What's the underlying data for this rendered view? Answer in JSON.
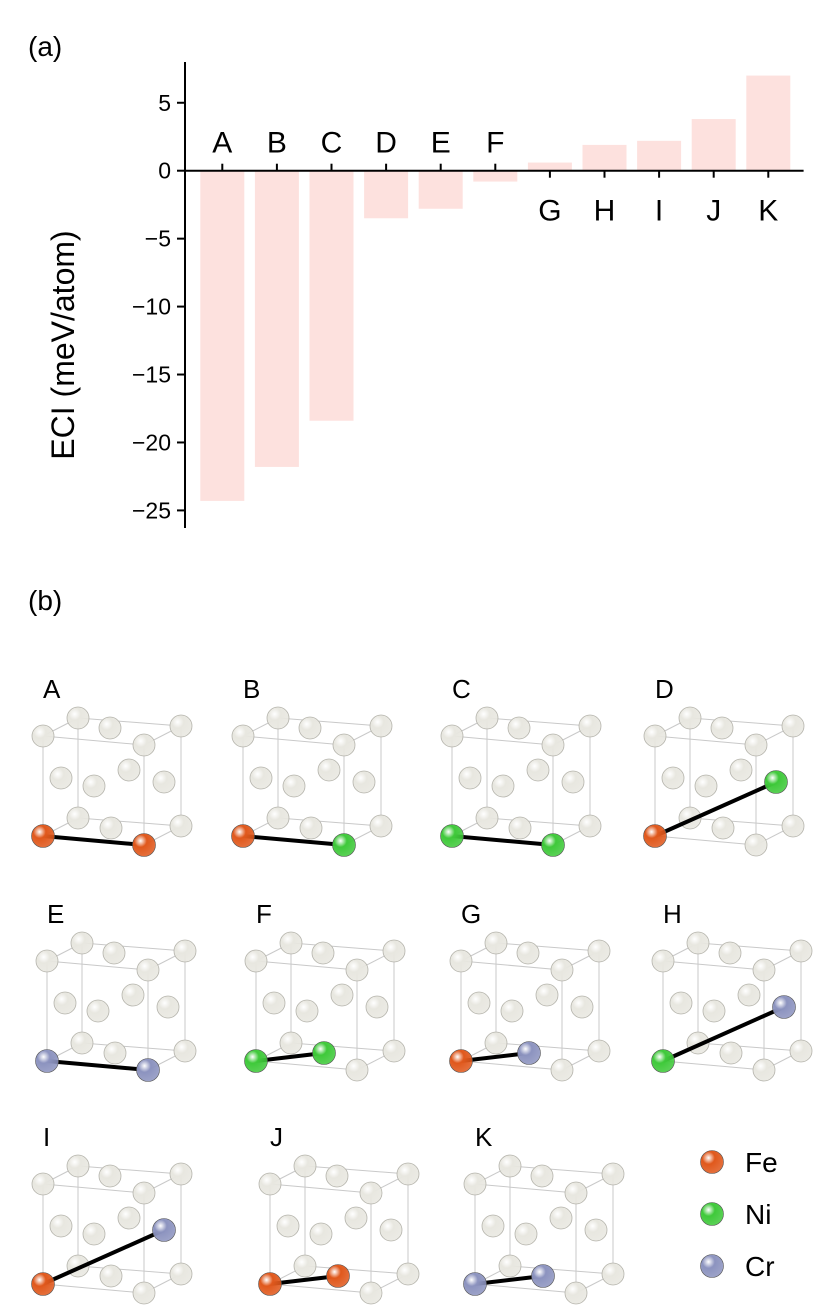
{
  "panel_labels": {
    "a": "(a)",
    "b": "(b)"
  },
  "colors": {
    "bar": "#fde1de",
    "axis": "#000000",
    "atom_bg": "#e8e7e0",
    "Fe": "#e0581c",
    "Ni": "#3fc93a",
    "Cr": "#8c93bf",
    "bond": "#000000",
    "cube_edge": "#c9c9c9"
  },
  "chart_data": {
    "type": "bar",
    "ylabel": "ECI (meV/atom)",
    "xlabel": "",
    "ylim": [
      -26.0,
      8.0
    ],
    "yticks": [
      5,
      0,
      -5,
      -10,
      -15,
      -20,
      -25
    ],
    "ytick_labels": [
      "5",
      "0",
      "−5",
      "−10",
      "−15",
      "−20",
      "−25"
    ],
    "grid": false,
    "categories": [
      "A",
      "B",
      "C",
      "D",
      "E",
      "F",
      "G",
      "H",
      "I",
      "J",
      "K"
    ],
    "values": [
      -24.3,
      -21.8,
      -18.4,
      -3.5,
      -2.8,
      -0.8,
      0.6,
      1.9,
      2.2,
      3.8,
      7.0
    ]
  },
  "structures": [
    {
      "label": "A",
      "atom1": "Fe",
      "atom2": "Fe",
      "pair": "nn"
    },
    {
      "label": "B",
      "atom1": "Fe",
      "atom2": "Ni",
      "pair": "nn"
    },
    {
      "label": "C",
      "atom1": "Ni",
      "atom2": "Ni",
      "pair": "nn"
    },
    {
      "label": "D",
      "atom1": "Fe",
      "atom2": "Ni",
      "pair": "long"
    },
    {
      "label": "E",
      "atom1": "Cr",
      "atom2": "Cr",
      "pair": "nn"
    },
    {
      "label": "F",
      "atom1": "Ni",
      "atom2": "Ni",
      "pair": "short"
    },
    {
      "label": "G",
      "atom1": "Fe",
      "atom2": "Cr",
      "pair": "short"
    },
    {
      "label": "H",
      "atom1": "Ni",
      "atom2": "Cr",
      "pair": "long"
    },
    {
      "label": "I",
      "atom1": "Fe",
      "atom2": "Cr",
      "pair": "long"
    },
    {
      "label": "J",
      "atom1": "Fe",
      "atom2": "Fe",
      "pair": "short"
    },
    {
      "label": "K",
      "atom1": "Cr",
      "atom2": "Cr",
      "pair": "short"
    }
  ],
  "legend": [
    {
      "element": "Fe",
      "label": "Fe"
    },
    {
      "element": "Ni",
      "label": "Ni"
    },
    {
      "element": "Cr",
      "label": "Cr"
    }
  ]
}
